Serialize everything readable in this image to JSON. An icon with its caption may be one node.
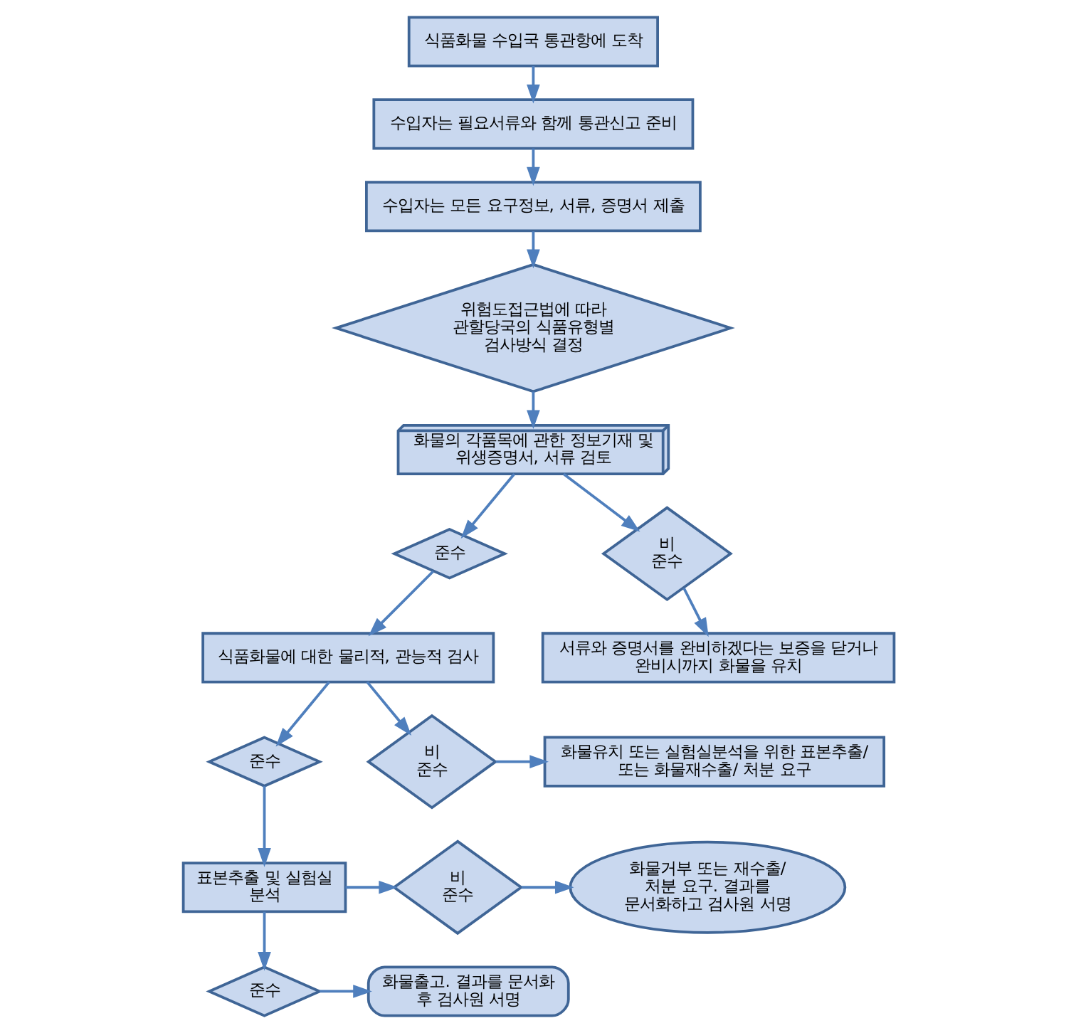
{
  "diagram": {
    "nodes": [
      {
        "text": [
          "식품화물 수입국 통관항에 도착"
        ]
      },
      {
        "text": [
          "수입자는 필요서류와 함께 통관신고 준비"
        ]
      },
      {
        "text": [
          "수입자는 모든 요구정보, 서류, 증명서 제출"
        ]
      },
      {
        "text": [
          "위험도접근법에 따라 관할당국의 식품유형별 검사방식 결정"
        ]
      },
      {
        "text": [
          "화물의 각품목에 관한 정보기재 및 위생증명서, 서류 검토"
        ]
      },
      {
        "text": [
          "준수"
        ]
      },
      {
        "text": [
          "비 준수"
        ]
      },
      {
        "text": [
          "식품화물에 대한 물리적, 관능적 검사"
        ]
      },
      {
        "text": [
          "서류와 증명서를 완비하겠다는 보증을 닫거나 완비시까지 화물을 유치"
        ]
      },
      {
        "text": [
          "준수"
        ]
      },
      {
        "text": [
          "비 준수"
        ]
      },
      {
        "text": [
          "화물유치 또는 실험실분석을 위한 표본추출/ 또는 화물재수출/ 처분 요구"
        ]
      },
      {
        "text": [
          "표본추출 및 실험실 분석"
        ]
      },
      {
        "text": [
          "비 준수"
        ]
      },
      {
        "text": [
          "화물거부 또는 재수출/ 처분 요구. 결과를 문서화하고 검사원 서명"
        ]
      },
      {
        "text": [
          "준수"
        ]
      },
      {
        "text": [
          "화물출고. 결과를 문서화 후 검사원 서명"
        ]
      }
    ],
    "edges": [
      {
        "from": 0,
        "to": 1,
        "arrow": "to"
      },
      {
        "from": 1,
        "to": 2,
        "arrow": "to"
      },
      {
        "from": 2,
        "to": 3,
        "arrow": "to"
      },
      {
        "from": 3,
        "to": 4,
        "arrow": "to"
      },
      {
        "from": 4,
        "to": 5,
        "arrow": "to"
      },
      {
        "from": 4,
        "to": 6,
        "arrow": "to"
      },
      {
        "from": 5,
        "to": 7,
        "arrow": "to"
      },
      {
        "from": 6,
        "to": 8,
        "arrow": "to"
      },
      {
        "from": 7,
        "to": 9,
        "arrow": "to"
      },
      {
        "from": 7,
        "to": 10,
        "arrow": "to"
      },
      {
        "from": 10,
        "to": 11,
        "arrow": "to"
      },
      {
        "from": 9,
        "to": 12,
        "arrow": "to"
      },
      {
        "from": 12,
        "to": 13,
        "arrow": "to"
      },
      {
        "from": 13,
        "to": 14,
        "arrow": "to"
      },
      {
        "from": 12,
        "to": 15,
        "arrow": "to"
      },
      {
        "from": 15,
        "to": 16,
        "arrow": "to"
      }
    ]
  }
}
